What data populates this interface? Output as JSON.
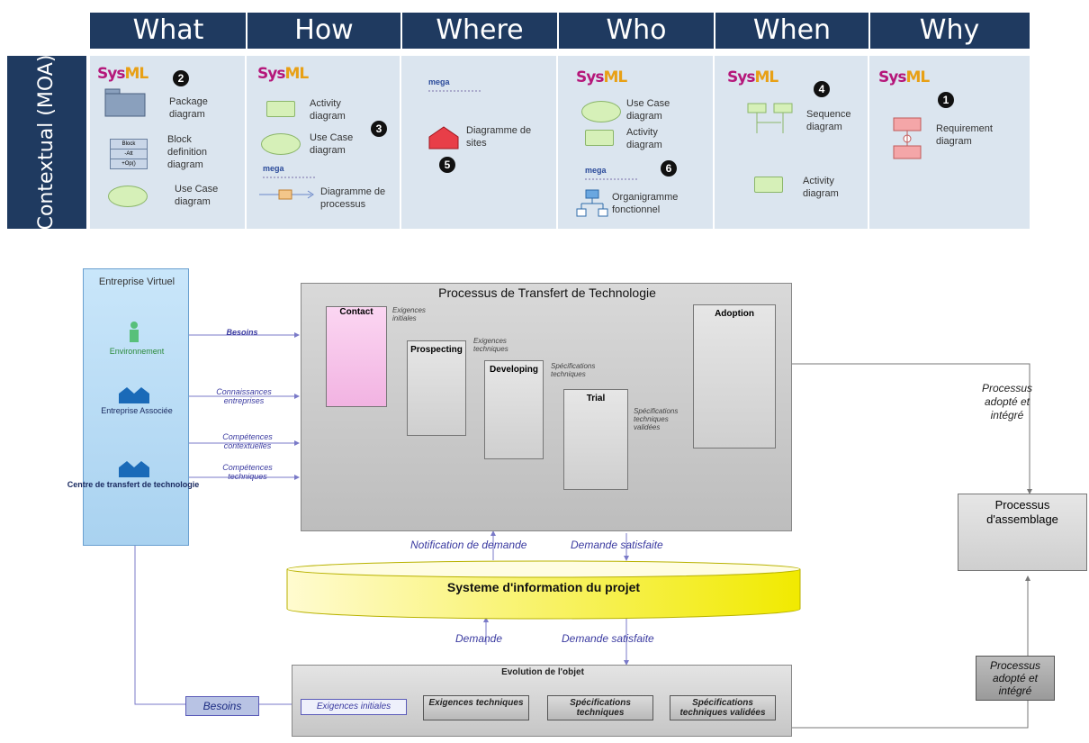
{
  "grid": {
    "columns": [
      "What",
      "How",
      "Where",
      "Who",
      "When",
      "Why"
    ],
    "row_label": "Contextual (MOA)",
    "what": {
      "logo": "SysML",
      "number": "2",
      "items": [
        "Package diagram",
        "Block definition diagram",
        "Use Case diagram"
      ],
      "block_icon": [
        "Block",
        "-Att",
        "+Op()"
      ]
    },
    "how": {
      "logo": "SysML",
      "number": "3",
      "items": [
        "Activity diagram",
        "Use Case diagram",
        "Diagramme de processus"
      ],
      "mega": "mega"
    },
    "where": {
      "mega": "mega",
      "number": "5",
      "items": [
        "Diagramme de sites"
      ]
    },
    "who": {
      "logo": "SysML",
      "number": "6",
      "items": [
        "Use Case diagram",
        "Activity diagram",
        "Organigramme fonctionnel"
      ],
      "mega": "mega"
    },
    "when": {
      "logo": "SysML",
      "number": "4",
      "items": [
        "Sequence diagram",
        "Activity diagram"
      ]
    },
    "why": {
      "logo": "SysML",
      "number": "1",
      "items": [
        "Requirement diagram"
      ]
    }
  },
  "diagram": {
    "virtual": {
      "title": "Entreprise Virtuel",
      "actors": [
        "Environnement",
        "Entreprise Associée",
        "Centre de transfert de technologie"
      ]
    },
    "main_title": "Processus de Transfert de Technologie",
    "phases": [
      "Contact",
      "Prospecting",
      "Developing",
      "Trial",
      "Adoption"
    ],
    "phase_flows": [
      "Exigences initiales",
      "Exigences techniques",
      "Spécifications techniques",
      "Spécifications techniques validées"
    ],
    "inputs": [
      "Besoins",
      "Connaissances entreprises",
      "Compétences contextuelles",
      "Compétences techniques"
    ],
    "is_title": "Systeme d'information du projet",
    "is_flows": [
      "Notification de demande",
      "Demande satisfaite",
      "Demande",
      "Demande satisfaite"
    ],
    "evolution": {
      "title": "Evolution de l'objet",
      "items": [
        "Exigences initiales",
        "Exigences techniques",
        "Spécifications techniques",
        "Spécifications techniques validées"
      ]
    },
    "besoins": "Besoins",
    "adopted": "Processus adopté et intégré",
    "assembly": "Processus d'assemblage",
    "adopted_box": "Processus adopté et intégré"
  },
  "colors": {
    "header": "#1f3a60",
    "cell": "#dbe5ef",
    "contact": "#f7c6ea",
    "is_fill": "#f4f066",
    "virtual": "#bcdff7",
    "flow": "#3a3aa0"
  }
}
